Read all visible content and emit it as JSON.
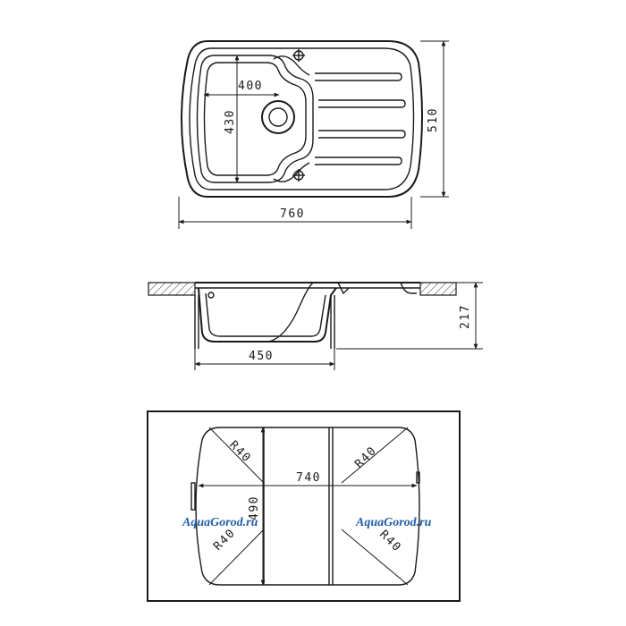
{
  "top_view": {
    "width_label": "760",
    "height_label": "510",
    "bowl_width_label": "400",
    "bowl_height_label": "430"
  },
  "side_view": {
    "depth_label": "217",
    "bowl_width_label": "450"
  },
  "template_view": {
    "cutout_width_label": "740",
    "cutout_height_label": "490",
    "radius_labels": [
      "R40",
      "R40",
      "R40",
      "R40"
    ]
  },
  "watermarks": [
    "AquaGorod.ru",
    "AquaGorod.ru"
  ]
}
